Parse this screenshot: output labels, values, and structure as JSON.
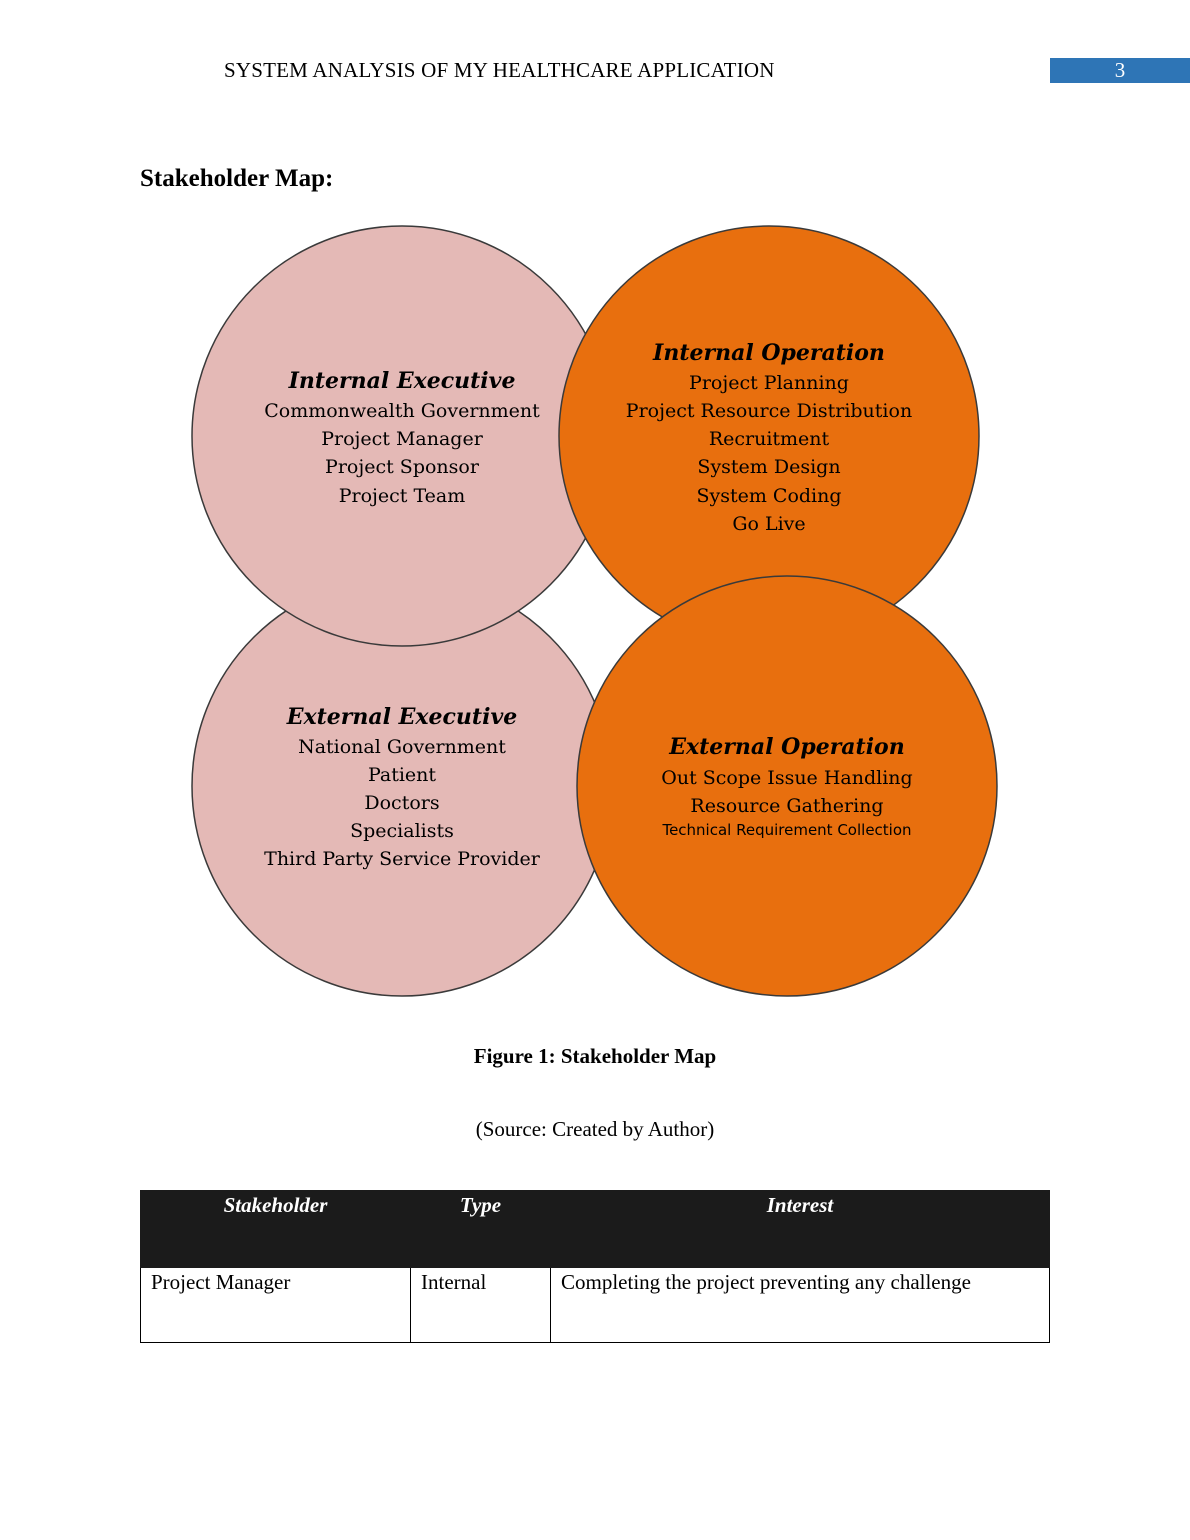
{
  "header": {
    "title": "SYSTEM ANALYSIS OF MY HEALTHCARE APPLICATION",
    "page_number": "3",
    "page_number_color": "#2e75b6"
  },
  "section_title": "Stakeholder Map:",
  "diagram": {
    "colors": {
      "pink": "#e4b9b6",
      "orange": "#e86f0e",
      "outline": "#3a3a3a"
    },
    "internal_executive": {
      "title": "Internal Executive",
      "items": [
        "Commonwealth Government",
        "Project Manager",
        "Project Sponsor",
        "Project Team"
      ]
    },
    "internal_operation": {
      "title": "Internal Operation",
      "items": [
        "Project Planning",
        "Project Resource Distribution",
        "Recruitment",
        "System Design",
        "System Coding",
        "Go Live"
      ]
    },
    "external_executive": {
      "title": "External Executive",
      "items": [
        "National Government",
        "Patient",
        "Doctors",
        "Specialists",
        "Third Party Service Provider"
      ]
    },
    "external_operation": {
      "title": "External Operation",
      "items": [
        "Out Scope Issue Handling",
        "Resource Gathering"
      ],
      "small_item": "Technical Requirement Collection"
    }
  },
  "figure": {
    "caption": "Figure 1: Stakeholder Map",
    "source": "(Source: Created by Author)"
  },
  "table": {
    "headers": [
      "Stakeholder",
      "Type",
      "Interest"
    ],
    "rows": [
      [
        "Project Manager",
        "Internal",
        "Completing the project preventing any challenge"
      ]
    ]
  }
}
